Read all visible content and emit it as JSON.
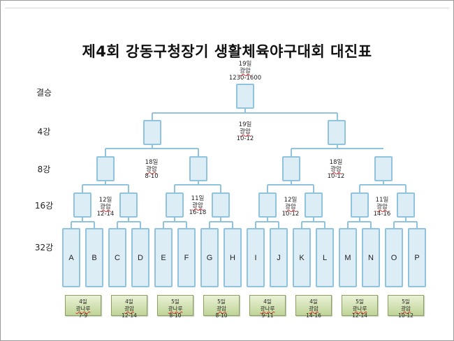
{
  "title": "제4회 강동구청장기 생활체육야구대회 대진표",
  "rounds": [
    "결승",
    "4강",
    "8강",
    "16강",
    "32강"
  ],
  "teams": [
    "A",
    "B",
    "C",
    "D",
    "E",
    "F",
    "G",
    "H",
    "I",
    "J",
    "K",
    "L",
    "M",
    "N",
    "O",
    "P"
  ],
  "final_note": {
    "date": "19일",
    "venue": "광암",
    "time": "1230-1600"
  },
  "semi_note": {
    "date": "19일",
    "venue": "광암",
    "time": "10-12"
  },
  "quarter_notes": [
    {
      "date": "18일",
      "venue": "광암",
      "time": "8-10"
    },
    {
      "date": "18일",
      "venue": "광암",
      "time": "10-12"
    }
  ],
  "round16_notes": [
    {
      "date": "12일",
      "venue": "광암",
      "time": "12-14"
    },
    {
      "date": "11일",
      "venue": "광암",
      "time": "16-18"
    },
    {
      "date": "12일",
      "venue": "광암",
      "time": "10-12"
    },
    {
      "date": "11일",
      "venue": "광암",
      "time": "14-16"
    }
  ],
  "schedules": [
    {
      "date": "4일",
      "venue": "광나루",
      "time": "7-9"
    },
    {
      "date": "4일",
      "venue": "광암",
      "time": "12-14"
    },
    {
      "date": "5일",
      "venue": "광나루",
      "time": "8-10"
    },
    {
      "date": "5일",
      "venue": "광암",
      "time": "8-10"
    },
    {
      "date": "4일",
      "venue": "광나루",
      "time": "9-11"
    },
    {
      "date": "4일",
      "venue": "광암",
      "time": "14-16"
    },
    {
      "date": "5일",
      "venue": "광나루",
      "time": "12-14"
    },
    {
      "date": "5일",
      "venue": "광암",
      "time": "10-12"
    }
  ],
  "colors": {
    "box_border": "#8fc3de",
    "box_fill": "#dcedf6",
    "schedule_fill": "#c9dca8"
  }
}
